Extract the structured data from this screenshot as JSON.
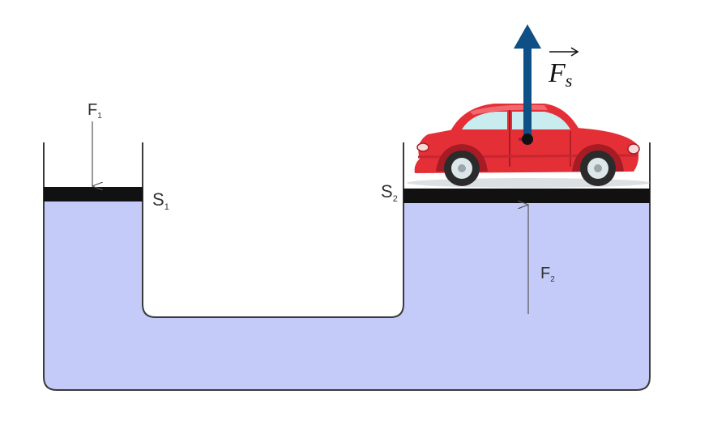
{
  "labels": {
    "f1": "F",
    "f1_sub": "1",
    "s1": "S",
    "s1_sub": "1",
    "s2": "S",
    "s2_sub": "2",
    "f2": "F",
    "f2_sub": "2",
    "fs": "F",
    "fs_sub": "s"
  },
  "colors": {
    "liquid": "#c5cbf9",
    "outline": "#3a3a3a",
    "piston": "#111111",
    "force_arrow": "#0e4f85",
    "car_body": "#e52f37",
    "car_body_dark": "#a51c24",
    "car_window": "#c9ecee",
    "tire": "#2b2b2b",
    "rim": "#dde7ea"
  },
  "icons": {
    "car": "car-icon"
  }
}
